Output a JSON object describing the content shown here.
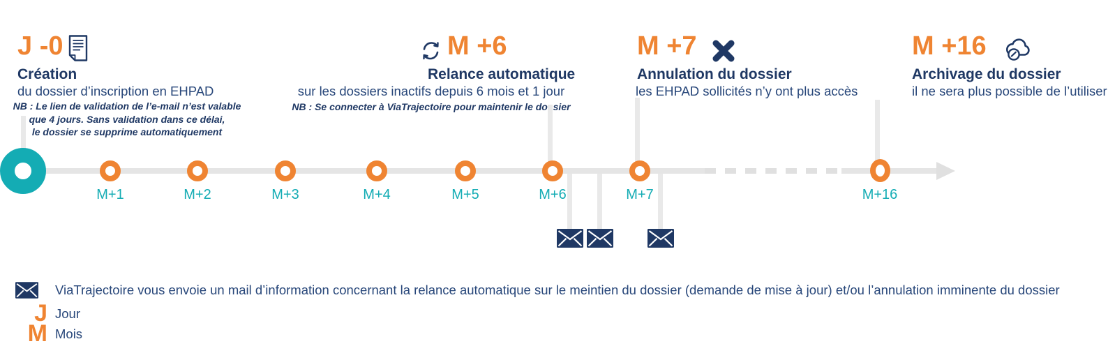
{
  "palette": {
    "orange": "#EF8432",
    "navy": "#1F3864",
    "body_navy": "#28477A",
    "teal": "#14ACB4",
    "line_gray": "#E5E5E5"
  },
  "milestones": [
    {
      "header": "J -0",
      "icon": "document-icon",
      "title": "Création",
      "subtitle": "du dossier d’inscription en EHPAD",
      "note_lines": [
        "NB : Le lien de validation de l’e-mail n’est valable",
        "que 4 jours. Sans validation dans ce délai,",
        "le dossier se supprime automatiquement"
      ]
    },
    {
      "header": "M +6",
      "icon": "refresh-icon",
      "title": "Relance automatique",
      "subtitle": "sur les dossiers inactifs depuis 6 mois et 1 jour",
      "note_lines": [
        "NB : Se connecter à ViaTrajectoire pour maintenir le dossier"
      ]
    },
    {
      "header": "M +7",
      "icon": "cancel-x-icon",
      "title": "Annulation du dossier",
      "subtitle": "les EHPAD sollicités n’y ont plus accès"
    },
    {
      "header": "M +16",
      "icon": "cloud-archive-icon",
      "title": "Archivage du dossier",
      "subtitle": "il ne sera plus possible de l’utiliser"
    }
  ],
  "timeline": {
    "tick_labels": [
      "M+1",
      "M+2",
      "M+3",
      "M+4",
      "M+5",
      "M+6",
      "M+7",
      "M+16"
    ]
  },
  "legend": {
    "mail_text": "ViaTrajectoire vous envoie un mail d’information concernant la relance automatique sur le meintien du dossier (demande de mise à jour) et/ou l’annulation imminente du dossier",
    "j_symbol": "J",
    "j_label": "Jour",
    "m_symbol": "M",
    "m_label": "Mois"
  }
}
